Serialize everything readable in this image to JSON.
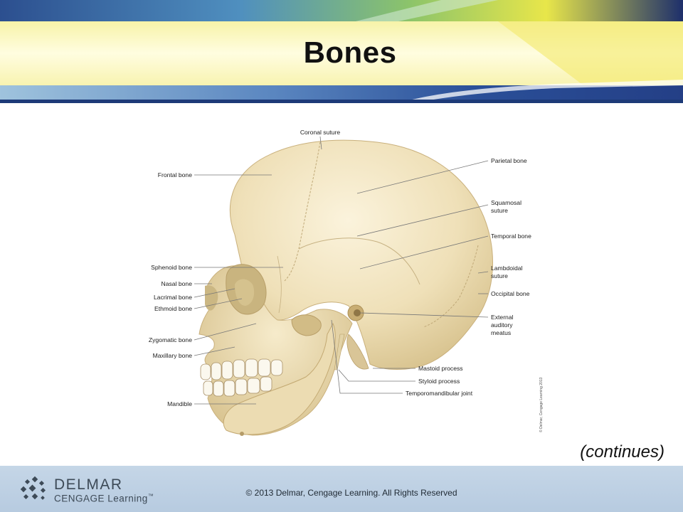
{
  "slide": {
    "title": "Bones",
    "continues": "(continues)"
  },
  "diagram": {
    "labels": {
      "coronal_suture": "Coronal suture",
      "frontal_bone": "Frontal bone",
      "parietal_bone": "Parietal bone",
      "squamosal_suture_1": "Squamosal",
      "squamosal_suture_2": "suture",
      "temporal_bone": "Temporal bone",
      "sphenoid_bone": "Sphenoid bone",
      "lambdoidal_suture_1": "Lambdoidal",
      "lambdoidal_suture_2": "suture",
      "nasal_bone": "Nasal bone",
      "occipital_bone": "Occipital bone",
      "lacrimal_bone": "Lacrimal bone",
      "ethmoid_bone": "Ethmoid bone",
      "external_auditory_meatus_1": "External",
      "external_auditory_meatus_2": "auditory",
      "external_auditory_meatus_3": "meatus",
      "zygomatic_bone": "Zygomatic bone",
      "maxillary_bone": "Maxillary bone",
      "mastoid_process": "Mastoid process",
      "styloid_process": "Styloid process",
      "mandible": "Mandible",
      "temporomandibular_joint": "Temporomandibular joint"
    },
    "credit": "© Delmar, Cengage Learning 2013"
  },
  "footer": {
    "logo_top": "DELMAR",
    "logo_bottom": "CENGAGE Learning",
    "logo_mark": "™",
    "copyright": "© 2013 Delmar, Cengage Learning. All Rights Reserved"
  },
  "colors": {
    "bone": "#f0e2be",
    "bone_shadow": "#d9c596",
    "footer": "#c1d3e5",
    "header_dark": "#1f3f86",
    "header_yellow": "#f2e94a"
  }
}
